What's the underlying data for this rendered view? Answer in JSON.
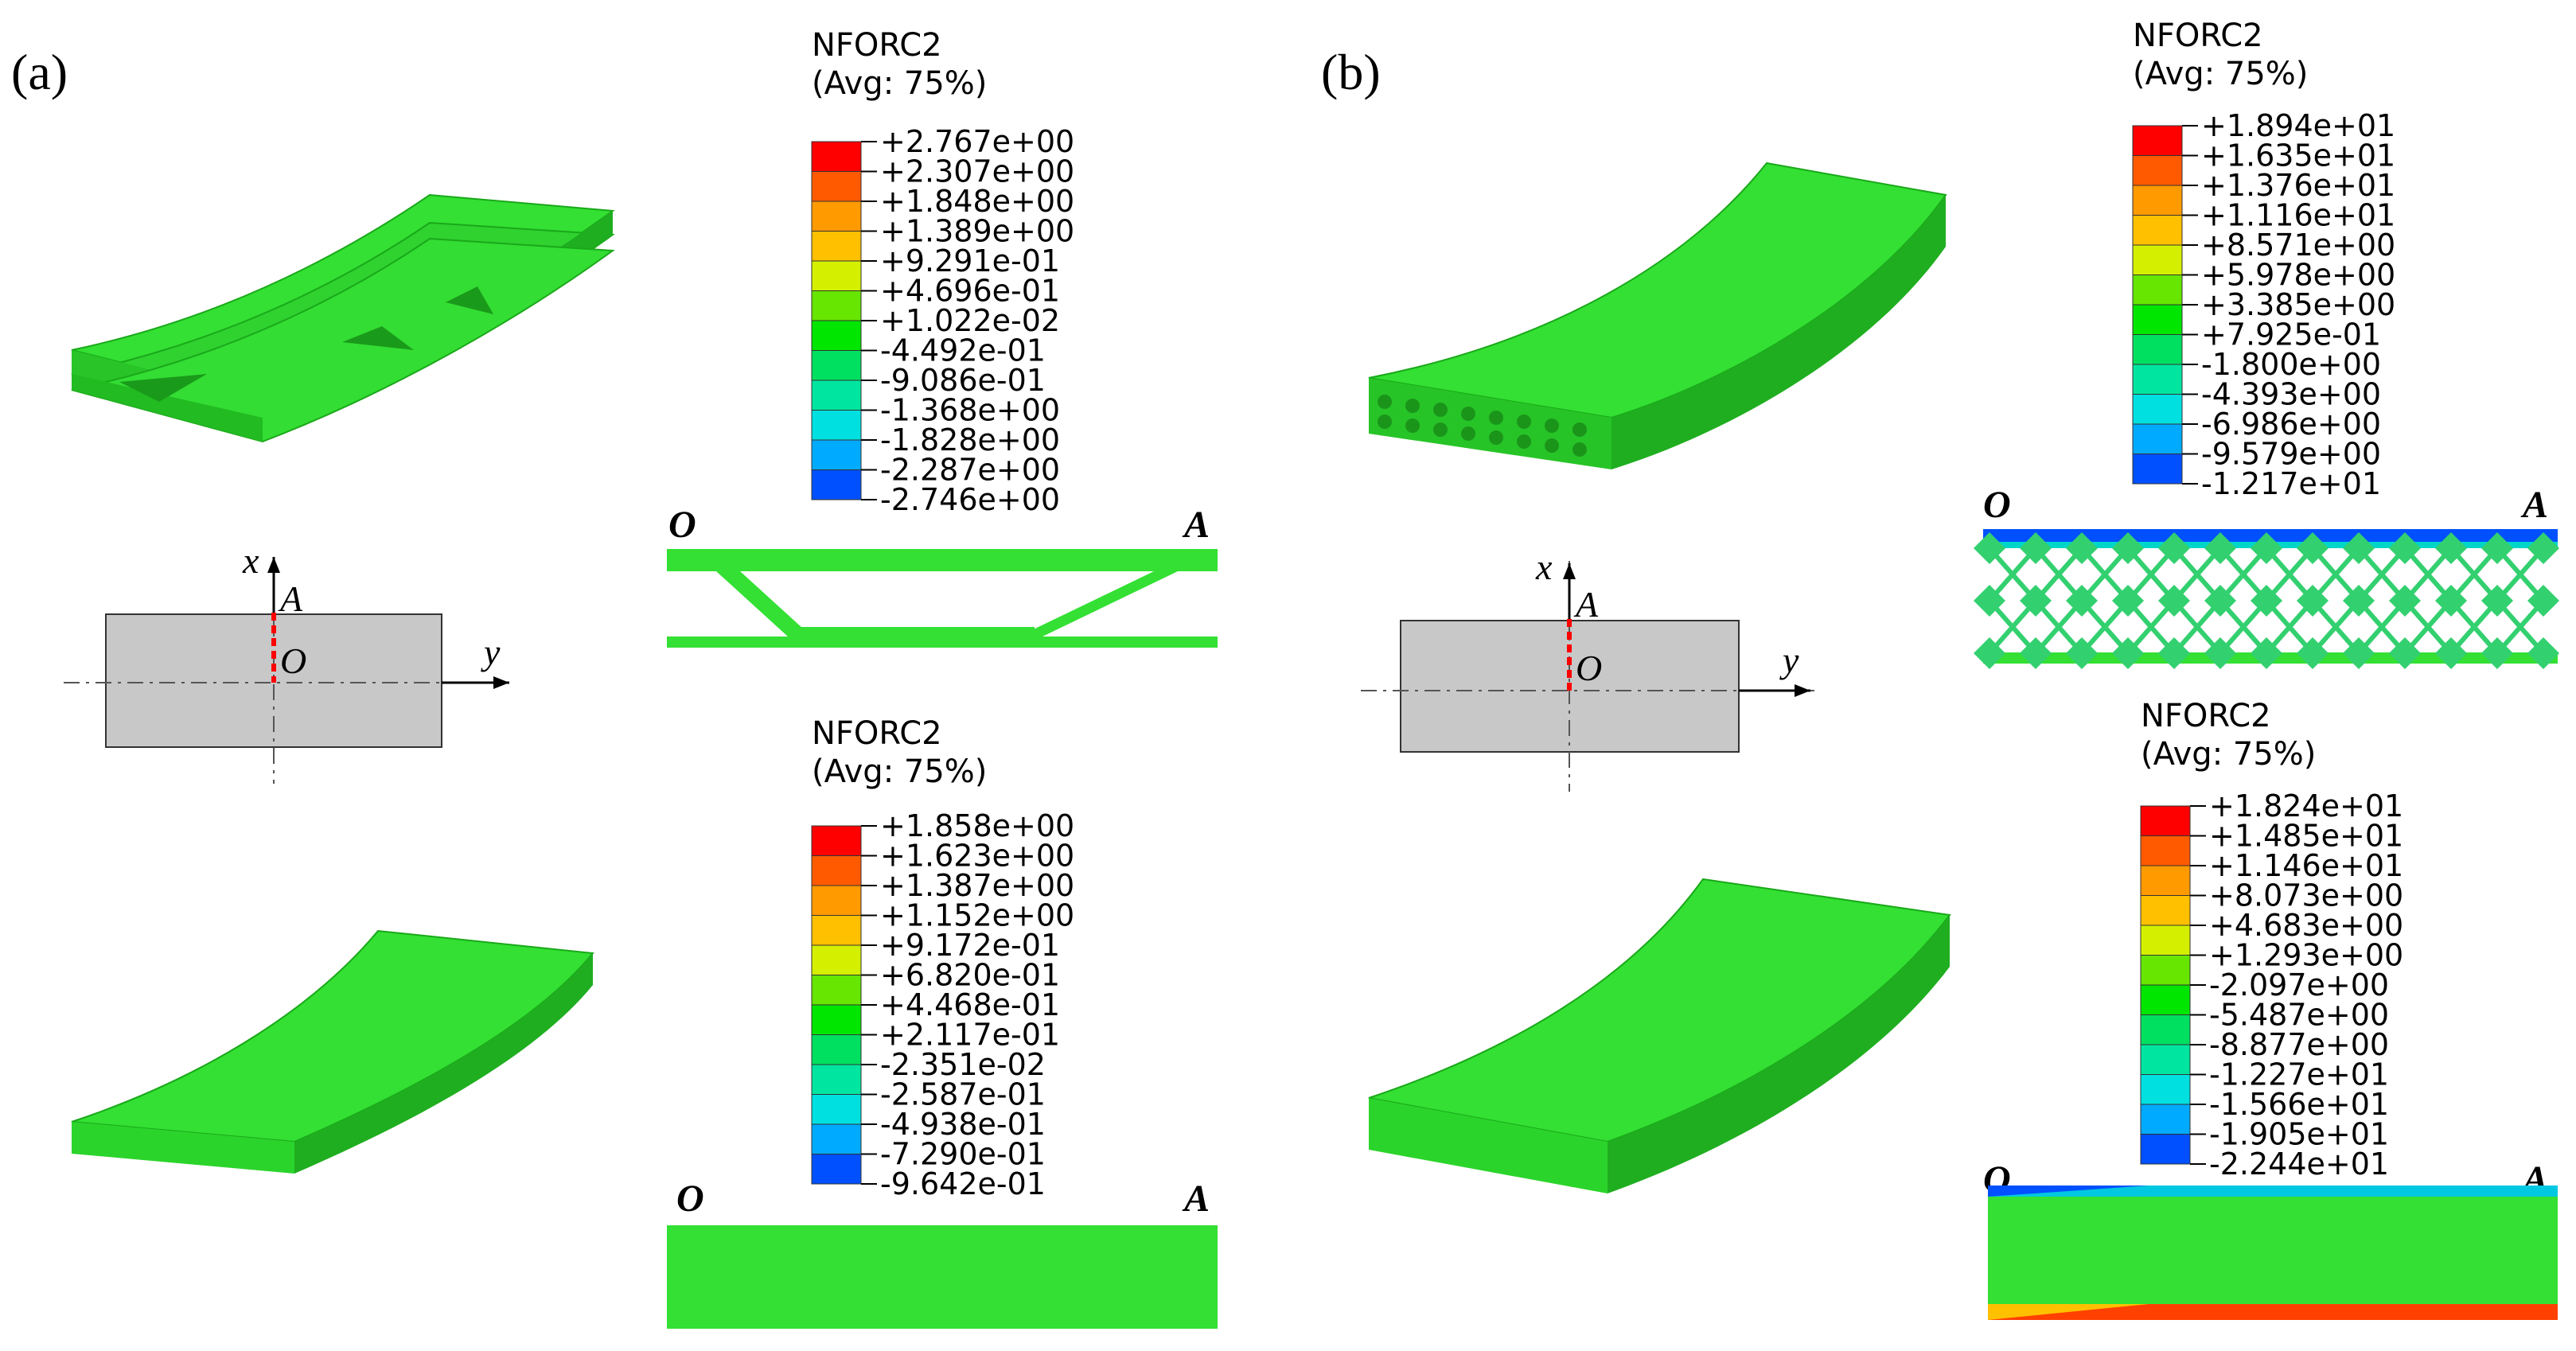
{
  "panels": {
    "a": {
      "label": "(a)"
    },
    "b": {
      "label": "(b)"
    }
  },
  "legends": [
    {
      "title": "NFORC2",
      "subtitle": "(Avg: 75%)",
      "values": [
        "+2.767e+00",
        "+2.307e+00",
        "+1.848e+00",
        "+1.389e+00",
        "+9.291e-01",
        "+4.696e-01",
        "+1.022e-02",
        "-4.492e-01",
        "-9.086e-01",
        "-1.368e+00",
        "-1.828e+00",
        "-2.287e+00",
        "-2.746e+00"
      ]
    },
    {
      "title": "NFORC2",
      "subtitle": "(Avg: 75%)",
      "values": [
        "+1.858e+00",
        "+1.623e+00",
        "+1.387e+00",
        "+1.152e+00",
        "+9.172e-01",
        "+6.820e-01",
        "+4.468e-01",
        "+2.117e-01",
        "-2.351e-02",
        "-2.587e-01",
        "-4.938e-01",
        "-7.290e-01",
        "-9.642e-01"
      ]
    },
    {
      "title": "NFORC2",
      "subtitle": "(Avg: 75%)",
      "values": [
        "+1.894e+01",
        "+1.635e+01",
        "+1.376e+01",
        "+1.116e+01",
        "+8.571e+00",
        "+5.978e+00",
        "+3.385e+00",
        "+7.925e-01",
        "-1.800e+00",
        "-4.393e+00",
        "-6.986e+00",
        "-9.579e+00",
        "-1.217e+01"
      ]
    },
    {
      "title": "NFORC2",
      "subtitle": "(Avg: 75%)",
      "values": [
        "+1.824e+01",
        "+1.485e+01",
        "+1.146e+01",
        "+8.073e+00",
        "+4.683e+00",
        "+1.293e+00",
        "-2.097e+00",
        "-5.487e+00",
        "-8.877e+00",
        "-1.227e+01",
        "-1.566e+01",
        "-1.905e+01",
        "-2.244e+01"
      ]
    }
  ],
  "colorbar": [
    "#ff0000",
    "#ff5a00",
    "#ff9a00",
    "#ffc000",
    "#d4f000",
    "#66e600",
    "#00e600",
    "#00e060",
    "#00e6a0",
    "#00e0e0",
    "#00aaff",
    "#0050ff",
    "#0000ff"
  ],
  "section_labels": {
    "O": "O",
    "A": "A"
  },
  "axes": {
    "x": "x",
    "y": "y"
  },
  "colors": {
    "beam_top": "#33e033",
    "beam_front": "#22cc22",
    "beam_side": "#1fae1f",
    "cross_section": "#c8c8c8",
    "path": "#ff0000"
  }
}
